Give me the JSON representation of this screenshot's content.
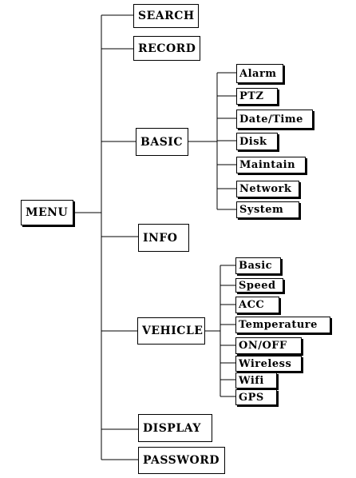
{
  "root": {
    "label": "MENU"
  },
  "menu": {
    "search": {
      "label": "SEARCH"
    },
    "record": {
      "label": "RECORD"
    },
    "basic": {
      "label": "BASIC",
      "children": [
        "Alarm",
        "PTZ",
        "Date/Time",
        "Disk",
        "Maintain",
        "Network",
        "System"
      ]
    },
    "info": {
      "label": "INFO"
    },
    "vehicle": {
      "label": "VEHICLE",
      "children": [
        "Basic",
        "Speed",
        "ACC",
        "Temperature",
        "ON/OFF",
        "Wireless",
        "Wifi",
        "GPS"
      ]
    },
    "display": {
      "label": "DISPLAY"
    },
    "password": {
      "label": "PASSWORD"
    }
  }
}
